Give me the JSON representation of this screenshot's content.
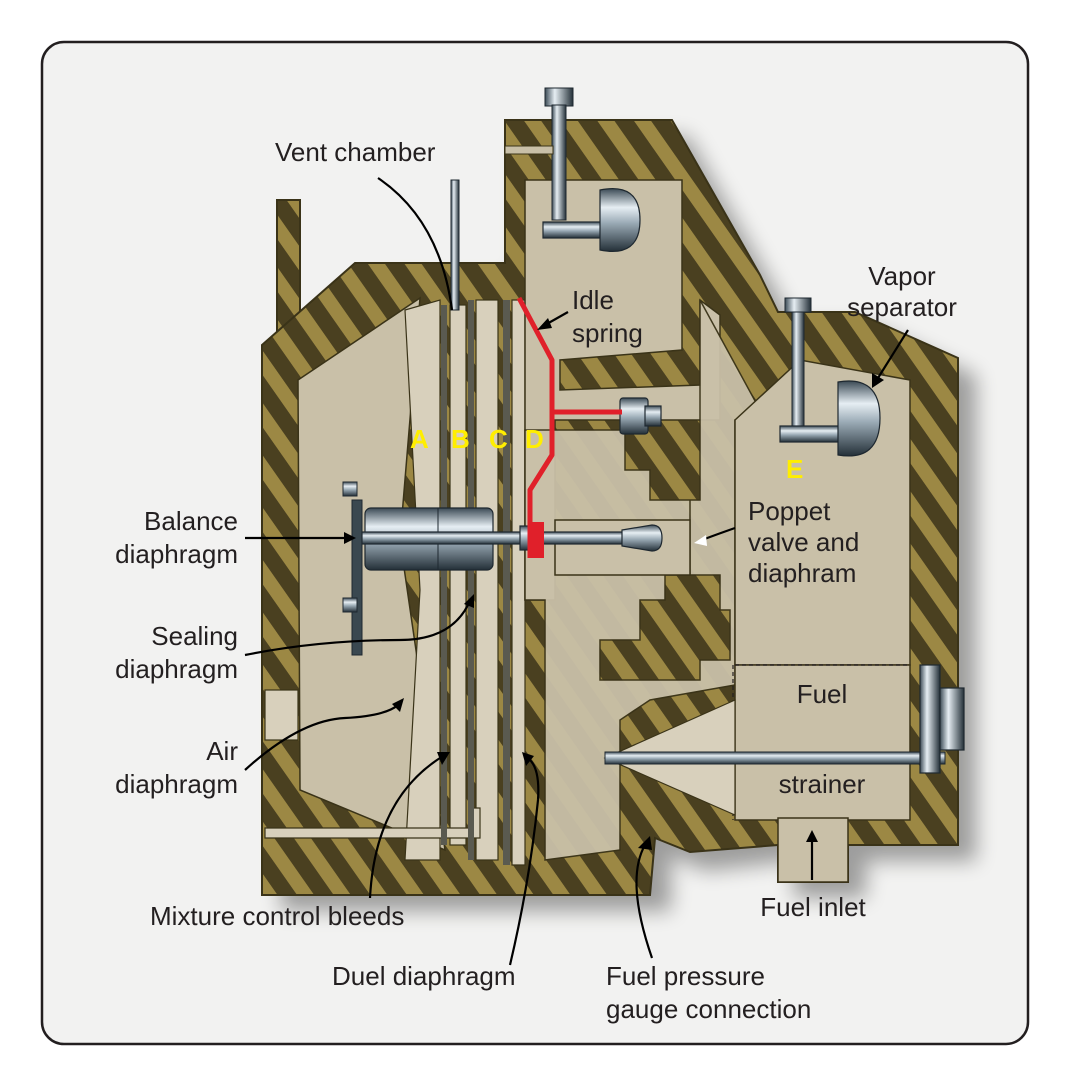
{
  "labels": {
    "vent_chamber": "Vent chamber",
    "idle_spring": [
      "Idle",
      "spring"
    ],
    "vapor_separator": [
      "Vapor",
      "separator"
    ],
    "balance_diaphragm": [
      "Balance",
      "diaphragm"
    ],
    "sealing_diaphragm": [
      "Sealing",
      "diaphragm"
    ],
    "air_diaphragm": [
      "Air",
      "diaphragm"
    ],
    "poppet_valve": [
      "Poppet",
      "valve and",
      "diaphram"
    ],
    "fuel_strainer": [
      "Fuel",
      "strainer"
    ],
    "mixture_control_bleeds": "Mixture control bleeds",
    "duel_diaphragm": "Duel diaphragm",
    "fuel_inlet": "Fuel inlet",
    "fuel_pressure_gauge": [
      "Fuel pressure",
      "gauge connection"
    ]
  },
  "chambers": [
    "A",
    "B",
    "C",
    "D",
    "E"
  ],
  "colors": {
    "housing_dark": "#4a4020",
    "housing_light": "#9c8844",
    "cavity": "#c9c0a8",
    "spring": "#e0202a",
    "chamber_letter": "#ffee00",
    "frame": "#f2f2f1"
  }
}
